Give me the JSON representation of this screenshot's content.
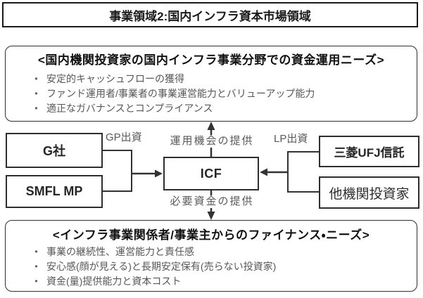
{
  "page_title": "事業領域2:国内インフラ資本市場領域",
  "top_box": {
    "heading": "<国内機関投資家の国内インフラ事業分野での資金運用ニーズ>",
    "bullet_char": "•",
    "bullets": [
      "安定的キャッシュフローの獲得",
      "ファンド運用者/事業者の事業運営能力とバリューアップ能力",
      "適正なガバナンスとコンプライアンス"
    ]
  },
  "flow": {
    "left_entities": [
      "G社",
      "SMFL MP"
    ],
    "center_entity": "ICF",
    "right_entities": [
      "三菱UFJ信託",
      "他機関投資家"
    ],
    "gp_label": "GP出資",
    "lp_label": "LP出資",
    "up_arrow_label": "運用機会の提供",
    "down_arrow_label": "必要資金の提供"
  },
  "bottom_box": {
    "heading": "<インフラ事業関係者/事業主からのファイナンス・ニーズ>",
    "bullet_char": "•",
    "bullets": [
      "事業の継続性、運営能力と責任感",
      "安心感(顔が見える)と長期安定保有(売らない投資家)",
      "資金(量)提供能力と資本コスト"
    ]
  },
  "colors": {
    "background": "#ffffff",
    "box_border": "#2e2e2e",
    "line": "#333333",
    "primary_text": "#1a1a1a",
    "secondary_text": "#595959"
  }
}
